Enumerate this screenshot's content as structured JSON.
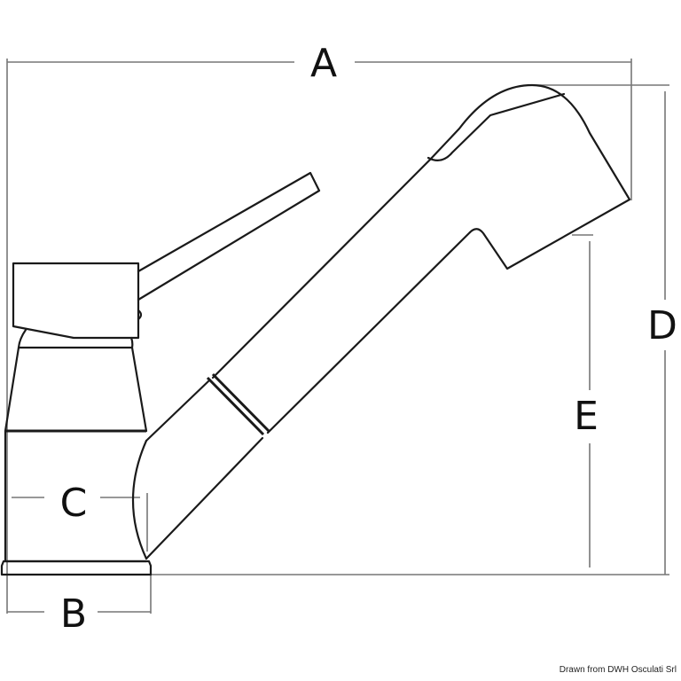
{
  "labels": {
    "A": "A",
    "B": "B",
    "C": "C",
    "D": "D",
    "E": "E"
  },
  "credit": "Drawn from DWH Osculati Srl"
}
